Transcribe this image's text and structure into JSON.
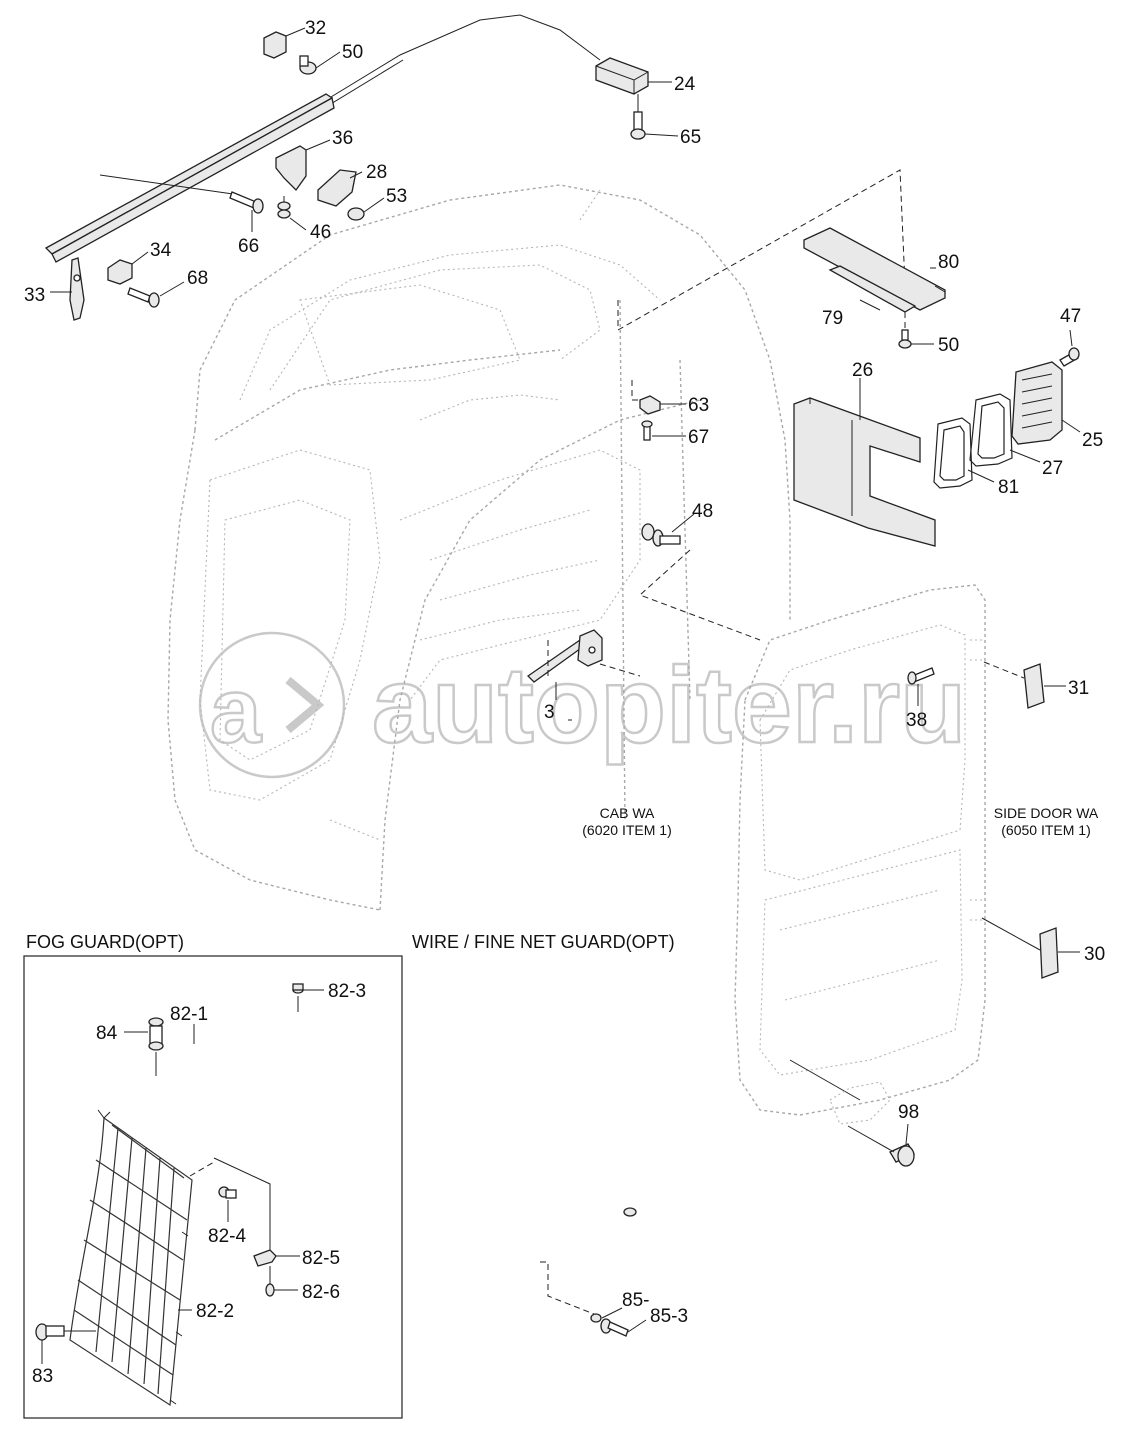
{
  "callouts": [
    {
      "id": "c32",
      "text": "32"
    },
    {
      "id": "c50a",
      "text": "50"
    },
    {
      "id": "c24",
      "text": "24"
    },
    {
      "id": "c65",
      "text": "65"
    },
    {
      "id": "c36",
      "text": "36"
    },
    {
      "id": "c28",
      "text": "28"
    },
    {
      "id": "c53",
      "text": "53"
    },
    {
      "id": "c66",
      "text": "66"
    },
    {
      "id": "c46",
      "text": "46"
    },
    {
      "id": "c34",
      "text": "34"
    },
    {
      "id": "c68",
      "text": "68"
    },
    {
      "id": "c33",
      "text": "33"
    },
    {
      "id": "c80",
      "text": "80"
    },
    {
      "id": "c79",
      "text": "79"
    },
    {
      "id": "c50b",
      "text": "50"
    },
    {
      "id": "c47",
      "text": "47"
    },
    {
      "id": "c26",
      "text": "26"
    },
    {
      "id": "c63",
      "text": "63"
    },
    {
      "id": "c67",
      "text": "67"
    },
    {
      "id": "c25",
      "text": "25"
    },
    {
      "id": "c27",
      "text": "27"
    },
    {
      "id": "c81",
      "text": "81"
    },
    {
      "id": "c48",
      "text": "48"
    },
    {
      "id": "c31",
      "text": "31"
    },
    {
      "id": "c38",
      "text": "38"
    },
    {
      "id": "c3",
      "text": "3"
    },
    {
      "id": "c30",
      "text": "30"
    },
    {
      "id": "c98",
      "text": "98"
    },
    {
      "id": "c82_3",
      "text": "82-3"
    },
    {
      "id": "c82_1",
      "text": "82-1"
    },
    {
      "id": "c84",
      "text": "84"
    },
    {
      "id": "c82_4",
      "text": "82-4"
    },
    {
      "id": "c82_5",
      "text": "82-5"
    },
    {
      "id": "c82_6",
      "text": "82-6"
    },
    {
      "id": "c82_2",
      "text": "82-2"
    },
    {
      "id": "c83",
      "text": "83"
    },
    {
      "id": "c85",
      "text": "85-"
    },
    {
      "id": "c85_3",
      "text": "85-3"
    }
  ],
  "notes": {
    "cab_wa_line1": "CAB WA",
    "cab_wa_line2": "(6020 ITEM 1)",
    "side_door_line1": "SIDE DOOR WA",
    "side_door_line2": "(6050 ITEM 1)"
  },
  "sections": {
    "fog_guard": "FOG GUARD(OPT)",
    "wire_guard": "WIRE / FINE NET GUARD(OPT)"
  },
  "watermark": {
    "text": "autopiter.ru"
  }
}
